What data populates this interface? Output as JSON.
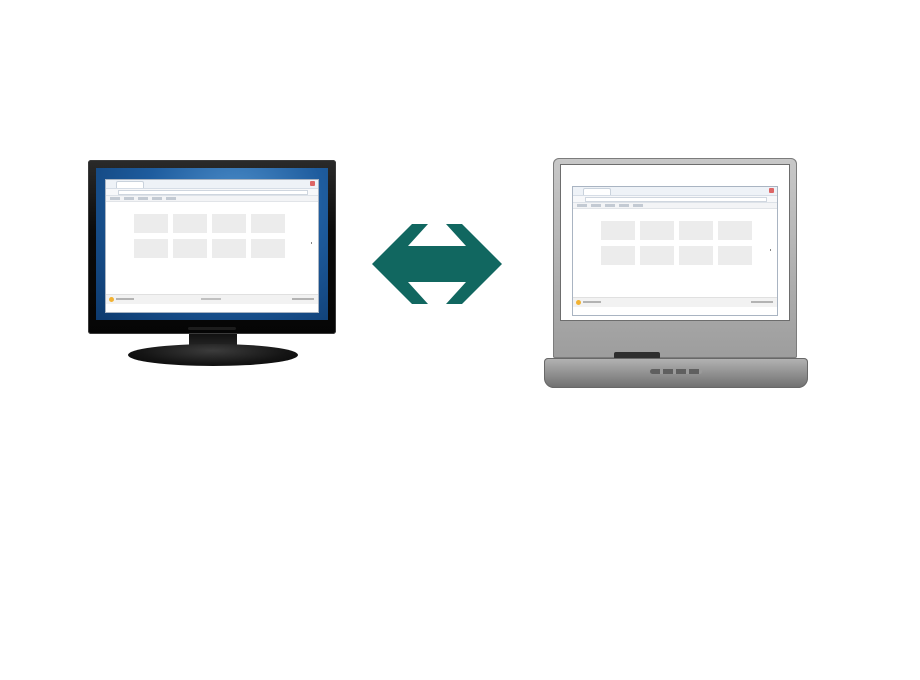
{
  "diagram": {
    "left_device": "desktop-monitor",
    "right_device": "laptop",
    "connector": "double-headed-arrow",
    "colors": {
      "arrow": "#116760",
      "monitor_bezel": "#0b0b0b",
      "desktop_wallpaper": "#1e5c9e",
      "laptop_body": "#a8a8a8",
      "tile": "#ececec"
    },
    "browser_tile_count": 8
  }
}
